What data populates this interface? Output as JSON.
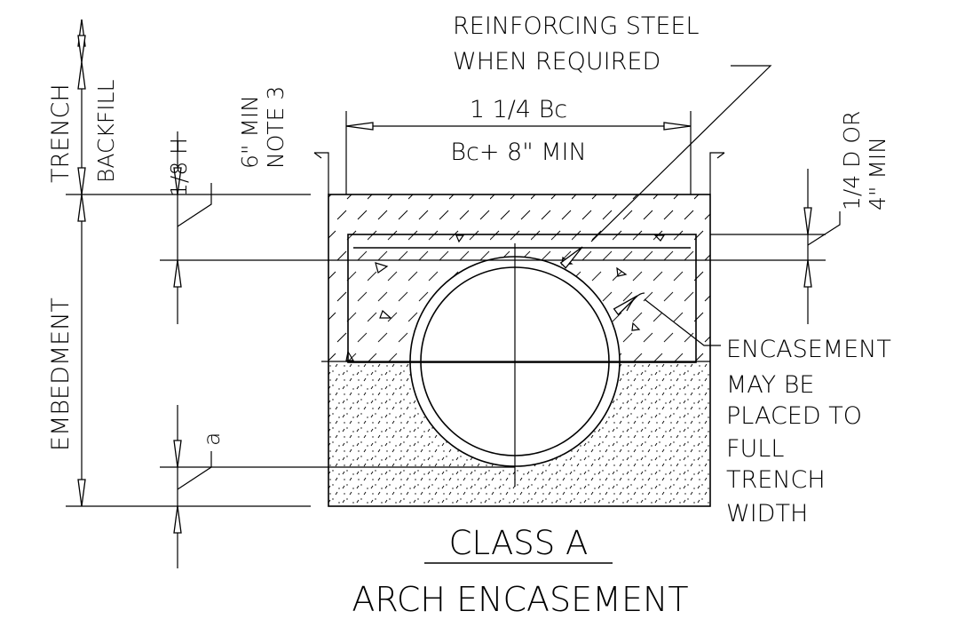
{
  "drawing": {
    "title": "CLASS  A",
    "subtitle": "ARCH  ENCASEMENT"
  },
  "labels": {
    "trench": "TRENCH",
    "backfill": "BACKFILL",
    "embedment": "EMBEDMENT",
    "eighth_h": "1/8 H",
    "six_min": "6\" MIN",
    "note_3": "NOTE 3",
    "a": "a",
    "reinforcing_1": "REINFORCING  STEEL",
    "reinforcing_2": "WHEN  REQUIRED",
    "width_1": "1 1/4  Bc",
    "width_2": "Bc+  8\"  MIN",
    "quarter_d": "1/4  D  OR",
    "four_min": "4\"  MIN",
    "encasement_1": "ENCASEMENT",
    "encasement_2": "MAY  BE",
    "encasement_3": "PLACED  TO",
    "encasement_4": "FULL",
    "encasement_5": "TRENCH",
    "encasement_6": "WIDTH"
  }
}
